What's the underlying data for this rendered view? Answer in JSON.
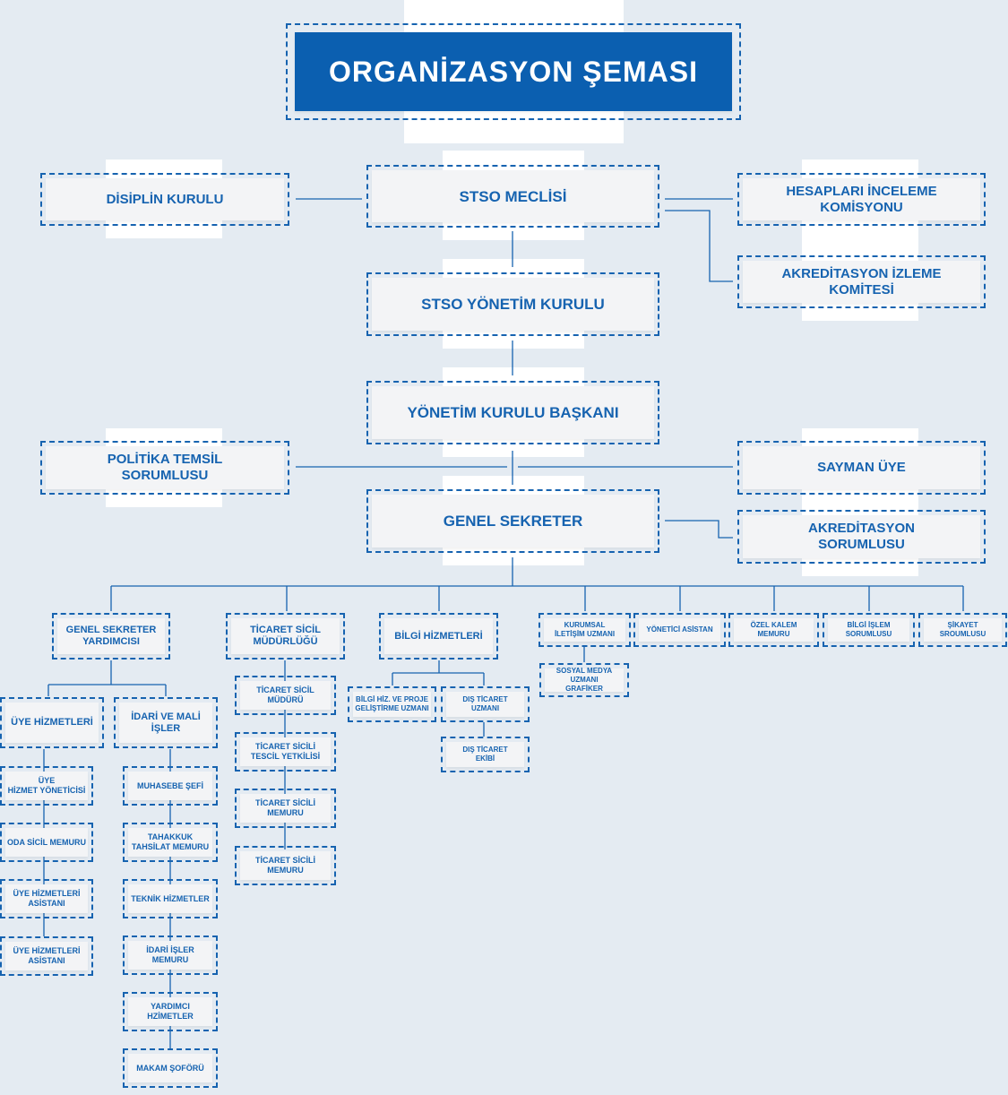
{
  "title": "ORGANİZASYON ŞEMASI",
  "top": {
    "meclis": "STSO MECLİSİ",
    "disiplin": "DİSİPLİN KURULU",
    "hesaplari": "HESAPLARI İNCELEME\nKOMİSYONU",
    "akreditasyon_izleme": "AKREDİTASYON İZLEME\nKOMİTESİ",
    "yonetim_kurulu": "STSO YÖNETİM KURULU",
    "baskan": "YÖNETİM KURULU BAŞKANI",
    "politika": "POLİTİKA TEMSİL\nSORUMLUSU",
    "sayman": "SAYMAN ÜYE",
    "genel_sekreter": "GENEL SEKRETER",
    "akreditasyon_sorumlusu": "AKREDİTASYON\nSORUMLUSU"
  },
  "departments": {
    "gs_yardimcisi": "GENEL SEKRETER\nYARDIMCISI",
    "ticaret_sicil": "TİCARET SİCİL\nMÜDÜRLÜĞÜ",
    "bilgi_hizmetleri": "BİLGİ HİZMETLERİ",
    "kurumsal_iletisim": "KURUMSAL\nİLETİŞİM UZMANI",
    "yonetici_asistan": "YÖNETİCİ ASİSTAN",
    "ozel_kalem": "ÖZEL KALEM\nMEMURU",
    "bilgi_islem": "BİLGİ İŞLEM\nSORUMLUSU",
    "sikayet": "ŞİKAYET\nSROUMLUSU"
  },
  "uye_hizmetleri": {
    "head": "ÜYE HİZMETLERİ",
    "items": [
      "ÜYE\nHİZMET YÖNETİCİSİ",
      "ODA SİCİL MEMURU",
      "ÜYE HİZMETLERİ\nASİSTANI",
      "ÜYE HİZMETLERİ\nASİSTANI"
    ]
  },
  "idari_mali": {
    "head": "İDARİ VE MALİ\nİŞLER",
    "items": [
      "MUHASEBE ŞEFİ",
      "TAHAKKUK\nTAHSİLAT MEMURU",
      "TEKNİK HİZMETLER",
      "İDARİ İŞLER\nMEMURU",
      "YARDIMCI\nHZİMETLER",
      "MAKAM ŞOFÖRÜ"
    ]
  },
  "ticaret_sicil_items": [
    "TİCARET SİCİL\nMÜDÜRÜ",
    "TİCARET SİCİLİ\nTESCİL YETKİLİSİ",
    "TİCARET SİCİLİ\nMEMURU",
    "TİCARET SİCİLİ\nMEMURU"
  ],
  "bilgi_items": {
    "proje": "BİLGİ HİZ. VE PROJE\nGELİŞTİRME UZMANI",
    "dis_ticaret_uzmani": "DIŞ TİCARET\nUZMANI",
    "dis_ticaret_ekibi": "DIŞ TİCARET\nEKİBİ"
  },
  "sosyal_medya": "SOSYAL MEDYA\nUZMANI\nGRAFİKER",
  "colors": {
    "primary": "#1663b0",
    "title_bg": "#0b5fb0",
    "box_bg": "#f3f4f6",
    "page_bg": "#e4ebf2"
  }
}
